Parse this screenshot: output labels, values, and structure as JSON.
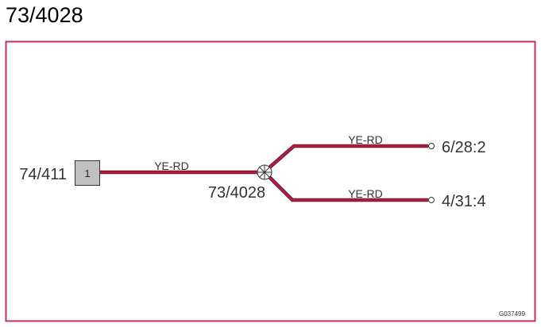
{
  "title": "73/4028",
  "colors": {
    "frame": "#c0305a",
    "wire": "#b01e46",
    "connector_fill": "#c0c0c0"
  },
  "connector": {
    "label": "74/411",
    "pin": "1"
  },
  "splice": {
    "label": "73/4028",
    "icon": "splice-icon"
  },
  "wires": {
    "main": {
      "color_code": "YE-RD"
    },
    "branch_top": {
      "color_code": "YE-RD",
      "terminal": "6/28:2"
    },
    "branch_bottom": {
      "color_code": "YE-RD",
      "terminal": "4/31:4"
    }
  },
  "image_code": "G037499"
}
